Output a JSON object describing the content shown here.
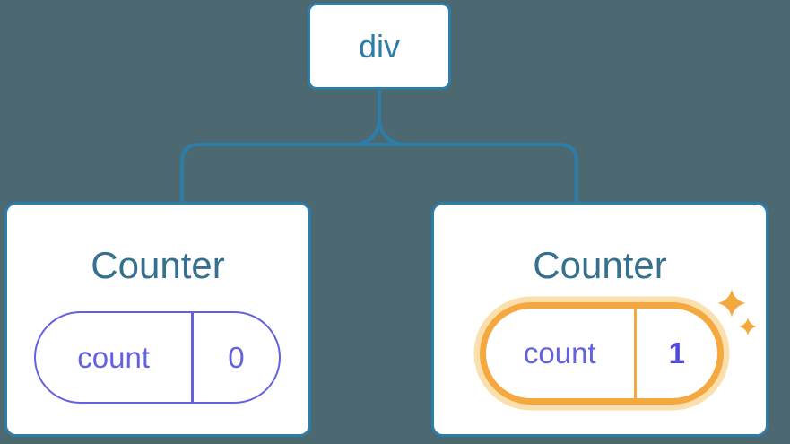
{
  "diagram": {
    "description": "React component tree with state",
    "root": {
      "label": "div"
    },
    "children": [
      {
        "title": "Counter",
        "state": {
          "key": "count",
          "value": "0"
        },
        "highlighted": false
      },
      {
        "title": "Counter",
        "state": {
          "key": "count",
          "value": "1"
        },
        "highlighted": true
      }
    ]
  },
  "colors": {
    "bg": "#4C6871",
    "blue": "#2E7DA9",
    "title": "#35708E",
    "purple": "#6262E0",
    "value": "#5249D9",
    "orange": "#F4A83F",
    "glow": "#FBDFAD"
  }
}
